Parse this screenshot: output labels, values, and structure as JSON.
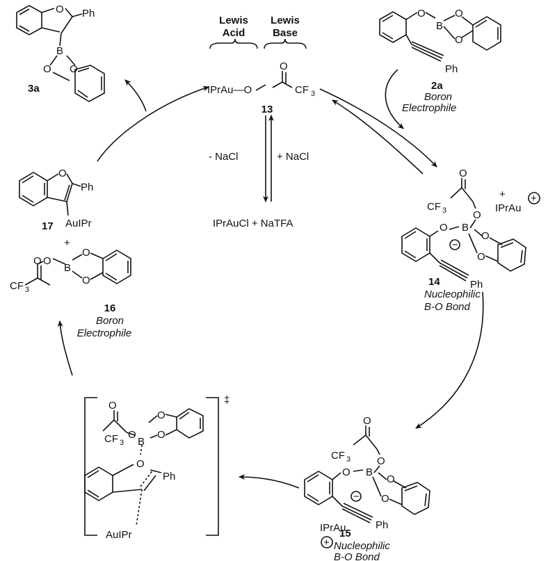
{
  "catalyst": {
    "lewis_acid": [
      "Lewis",
      "Acid"
    ],
    "lewis_base": [
      "Lewis",
      "Base"
    ],
    "formula": "IPrAu—O",
    "cf3": "CF",
    "label": "13",
    "minus_nacl": "- NaCl",
    "plus_nacl": "+ NaCl",
    "precursor": "IPrAuCl + NaTFA"
  },
  "compounds": {
    "c2a": {
      "label": "2a",
      "desc": [
        "Boron",
        "Electrophile"
      ],
      "ph": "Ph",
      "o": "O",
      "b": "B"
    },
    "c14": {
      "label": "14",
      "desc": [
        "Nucleophilic",
        "B-O Bond"
      ],
      "cation": "IPrAu",
      "cf3": "CF",
      "ph": "Ph"
    },
    "c15": {
      "label": "15",
      "desc": [
        "Nucleophilic",
        "B-O Bond"
      ],
      "aupr": "IPrAu",
      "cf3": "CF",
      "ph": "Ph"
    },
    "c16": {
      "label": "16",
      "desc": [
        "Boron",
        "Electrophile"
      ],
      "cf3": "CF",
      "plus": "+"
    },
    "c17": {
      "label": "17",
      "aupr": "AuIPr",
      "ph": "Ph"
    },
    "c3a": {
      "label": "3a",
      "ph": "Ph"
    },
    "ts": {
      "aupr": "AuIPr",
      "ph": "Ph",
      "cf3": "CF",
      "dagger": "‡"
    }
  },
  "symbols": {
    "plus": "+",
    "minus": "−",
    "three": "3",
    "oxy": "O",
    "boron": "B"
  }
}
